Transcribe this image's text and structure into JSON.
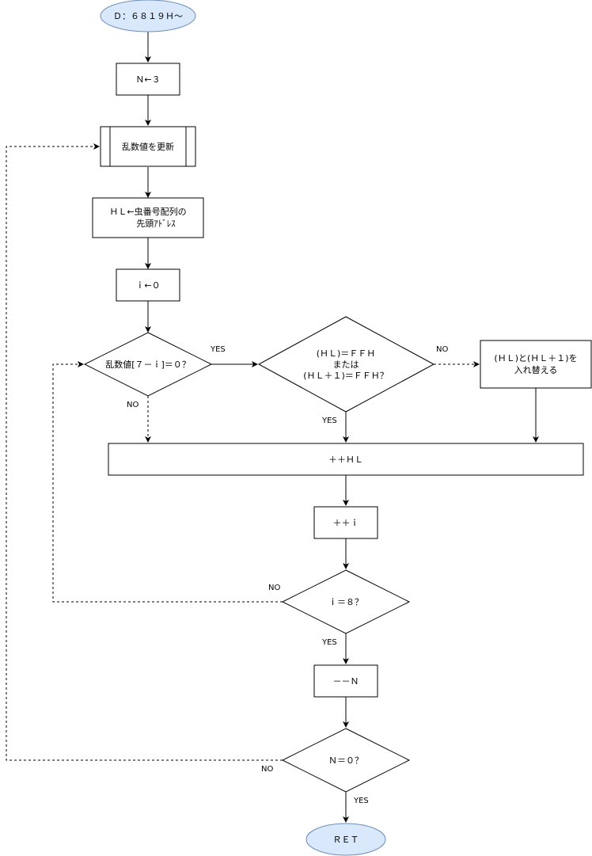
{
  "nodes": {
    "start": "Ｄ：６８１９Ｈ～",
    "n_set": "Ｎ←３",
    "update_rand": "乱数値を更新",
    "hl_set_1": "ＨＬ←虫番号配列の",
    "hl_set_2": "先頭ｱﾄﾞﾚｽ",
    "i_set": "ｉ←０",
    "cond_rand": "乱数値[７－ｉ]＝０？",
    "cond_ffh_1": "(ＨＬ)＝ＦＦＨ",
    "cond_ffh_2": "または",
    "cond_ffh_3": "(ＨＬ＋１)＝ＦＦＨ？",
    "swap_1": "(ＨＬ)と(ＨＬ＋１)を",
    "swap_2": "入れ替える",
    "inc_hl": "＋＋ＨＬ",
    "inc_i": "＋＋ｉ",
    "cond_i8": "ｉ＝８？",
    "dec_n": "－－Ｎ",
    "cond_n0": "Ｎ＝０？",
    "end": "ＲＥＴ"
  },
  "edge_labels": {
    "rand_yes": "YES",
    "rand_no": "NO",
    "ffh_no": "NO",
    "ffh_yes": "YES",
    "i8_no": "NO",
    "i8_yes": "YES",
    "n0_no": "NO",
    "n0_yes": "YES"
  },
  "colors": {
    "terminal_fill": "#dae8fc",
    "terminal_stroke": "#6c8ebf",
    "line": "#000000"
  }
}
